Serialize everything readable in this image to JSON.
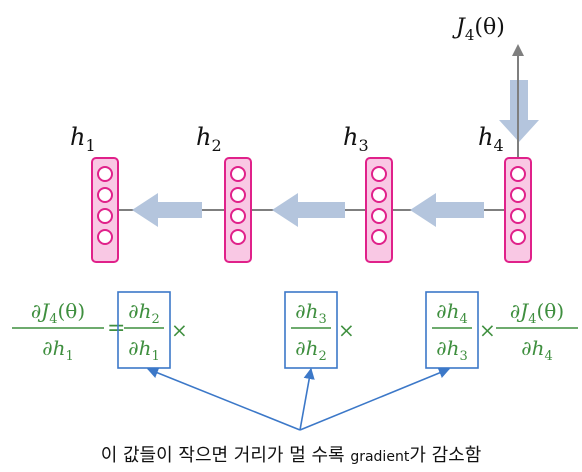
{
  "loss_label": {
    "base": "J",
    "sub": "4",
    "arg": "(θ)"
  },
  "hidden_labels": [
    {
      "base": "h",
      "sub": "1"
    },
    {
      "base": "h",
      "sub": "2"
    },
    {
      "base": "h",
      "sub": "3"
    },
    {
      "base": "h",
      "sub": "4"
    }
  ],
  "formula": {
    "lhs": {
      "num": "∂J",
      "num_sub": "4",
      "num_arg": "(θ)",
      "den": "∂h",
      "den_sub": "1"
    },
    "equals": "=",
    "times": "×",
    "terms": [
      {
        "num": "∂h",
        "num_sub": "2",
        "den": "∂h",
        "den_sub": "1"
      },
      {
        "num": "∂h",
        "num_sub": "3",
        "den": "∂h",
        "den_sub": "2"
      },
      {
        "num": "∂h",
        "num_sub": "4",
        "den": "∂h",
        "den_sub": "3"
      }
    ],
    "tail": {
      "num": "∂J",
      "num_sub": "4",
      "num_arg": "(θ)",
      "den": "∂h",
      "den_sub": "4"
    }
  },
  "caption": {
    "prefix": "이 값들이 작으면 거리가 멀 수록 ",
    "english": "gradient",
    "suffix": "가 감소함"
  },
  "colors": {
    "cell_fill": "#f9c8e4",
    "cell_stroke": "#e0218a",
    "connector": "#7f7f7f",
    "arrow_fill": "#b4c5dd",
    "formula_green": "#3f8f3f",
    "box_stroke": "#3c78c8",
    "pointer": "#3c78c8"
  }
}
